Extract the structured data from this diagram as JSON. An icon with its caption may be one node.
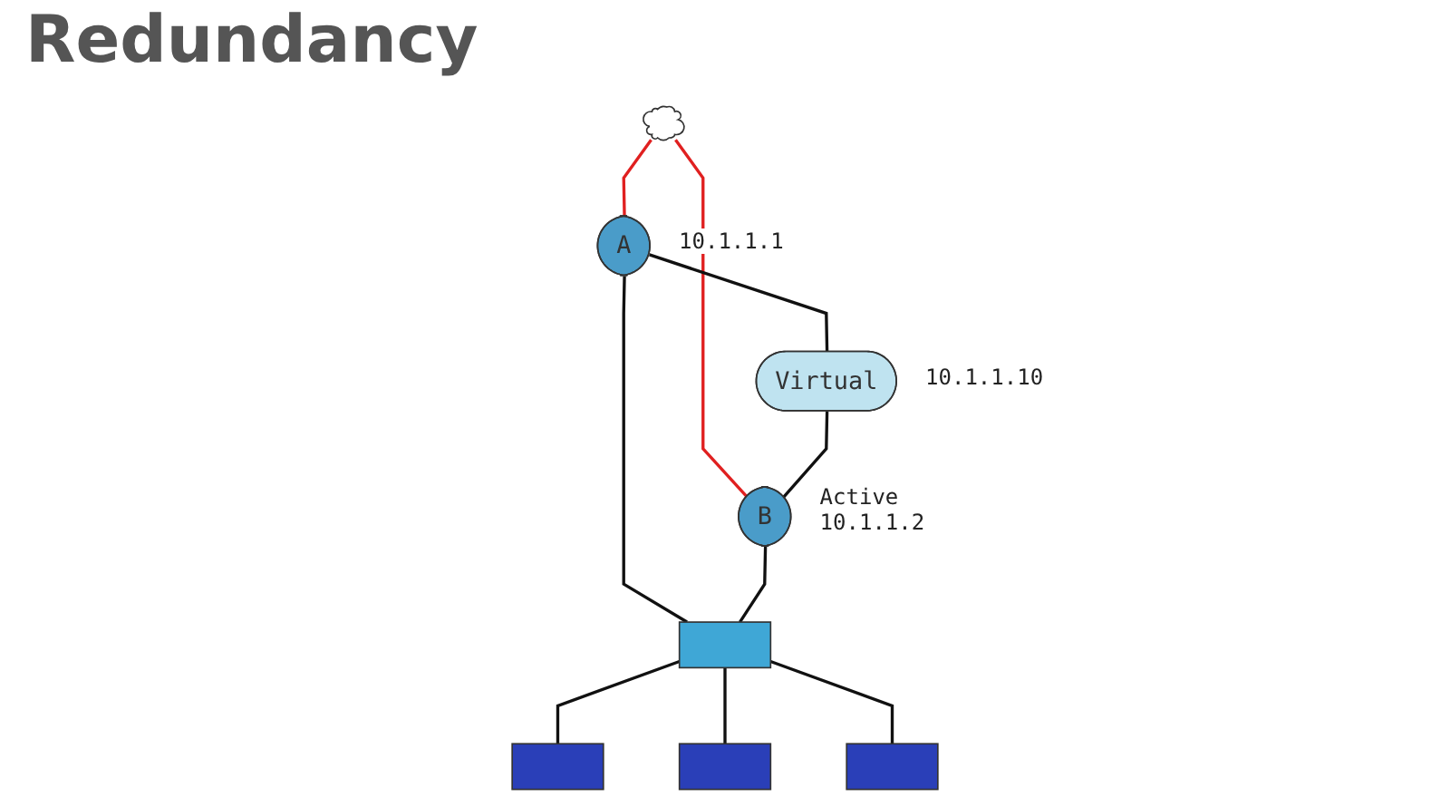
{
  "diagram": {
    "title": "Redundancy",
    "nodes": [
      {
        "text": [],
        "shape": "cloud"
      },
      {
        "text": [
          "A"
        ],
        "beside": [
          "10.1.1.1"
        ]
      },
      {
        "text": [
          "Virtual"
        ],
        "beside": [
          "10.1.1.10"
        ]
      },
      {
        "text": [
          "B"
        ],
        "beside": [
          "Active",
          "10.1.1.2"
        ]
      },
      {
        "text": [],
        "shape": "box"
      },
      {
        "text": [],
        "shape": "box"
      },
      {
        "text": [],
        "shape": "box"
      },
      {
        "text": [],
        "shape": "box"
      }
    ],
    "edges": [
      {
        "from": 0,
        "to": 1,
        "arrow": "none",
        "color": "#e02020"
      },
      {
        "from": 0,
        "to": 3,
        "arrow": "none",
        "color": "#e02020"
      },
      {
        "from": 1,
        "to": 2,
        "arrow": "none"
      },
      {
        "from": 2,
        "to": 3,
        "arrow": "none"
      },
      {
        "from": 1,
        "to": 4,
        "arrow": "none"
      },
      {
        "from": 3,
        "to": 4,
        "arrow": "none"
      },
      {
        "from": 4,
        "to": 5,
        "arrow": "none"
      },
      {
        "from": 4,
        "to": 6,
        "arrow": "none"
      },
      {
        "from": 4,
        "to": 7,
        "arrow": "none"
      }
    ]
  }
}
